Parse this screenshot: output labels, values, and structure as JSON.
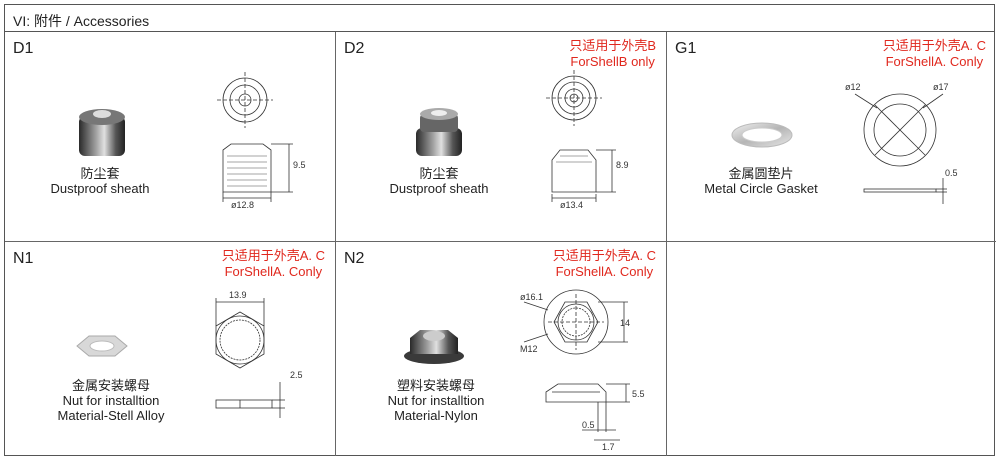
{
  "header": {
    "title": "VI: 附件 / Accessories"
  },
  "items": [
    {
      "code": "D1",
      "note_cn": "",
      "note_en": "",
      "name_cn": "防尘套",
      "name_en": "Dustproof sheath",
      "name_extra": "",
      "dims": {
        "height": "9.5",
        "diameter": "ø12.8"
      }
    },
    {
      "code": "D2",
      "note_cn": "只适用于外壳B",
      "note_en": "ForShellB only",
      "name_cn": "防尘套",
      "name_en": "Dustproof sheath",
      "name_extra": "",
      "dims": {
        "height": "8.9",
        "diameter": "ø13.4"
      }
    },
    {
      "code": "G1",
      "note_cn": "只适用于外壳A. C",
      "note_en": "ForShellA. Conly",
      "name_cn": "金属圆垫片",
      "name_en": "Metal Circle Gasket",
      "name_extra": "",
      "dims": {
        "inner": "ø12",
        "outer": "ø17",
        "thickness": "0.5"
      }
    },
    {
      "code": "N1",
      "note_cn": "只适用于外壳A. C",
      "note_en": "ForShellA. Conly",
      "name_cn": "金属安装螺母",
      "name_en": "Nut for installtion",
      "name_extra": "Material-Stell Alloy",
      "dims": {
        "width": "13.9",
        "thickness": "2.5"
      }
    },
    {
      "code": "N2",
      "note_cn": "只适用于外壳A. C",
      "note_en": "ForShellA. Conly",
      "name_cn": "塑料安装螺母",
      "name_en": "Nut for installtion",
      "name_extra": "Material-Nylon",
      "dims": {
        "diameter": "ø16.1",
        "thread": "M12",
        "width": "14",
        "height": "5.5",
        "flange": "0.5",
        "depth": "1.7"
      }
    }
  ]
}
